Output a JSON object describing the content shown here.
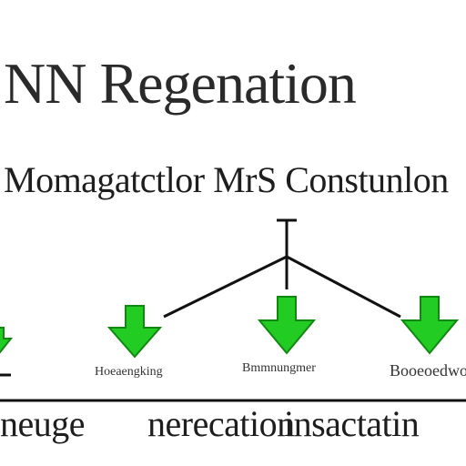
{
  "title": "NN Regenation",
  "subtitle": "Momagatctlor MrS Constunlon",
  "nodes": [
    {
      "label": "Hoeaengking"
    },
    {
      "label": "Bmmnungmer"
    },
    {
      "label": "Booeoedwo"
    }
  ],
  "footer": [
    "neuge",
    "nerecation",
    "insactatin"
  ],
  "colors": {
    "arrow_fill": "#22cc22",
    "arrow_stroke": "#118811",
    "line": "#111111"
  }
}
